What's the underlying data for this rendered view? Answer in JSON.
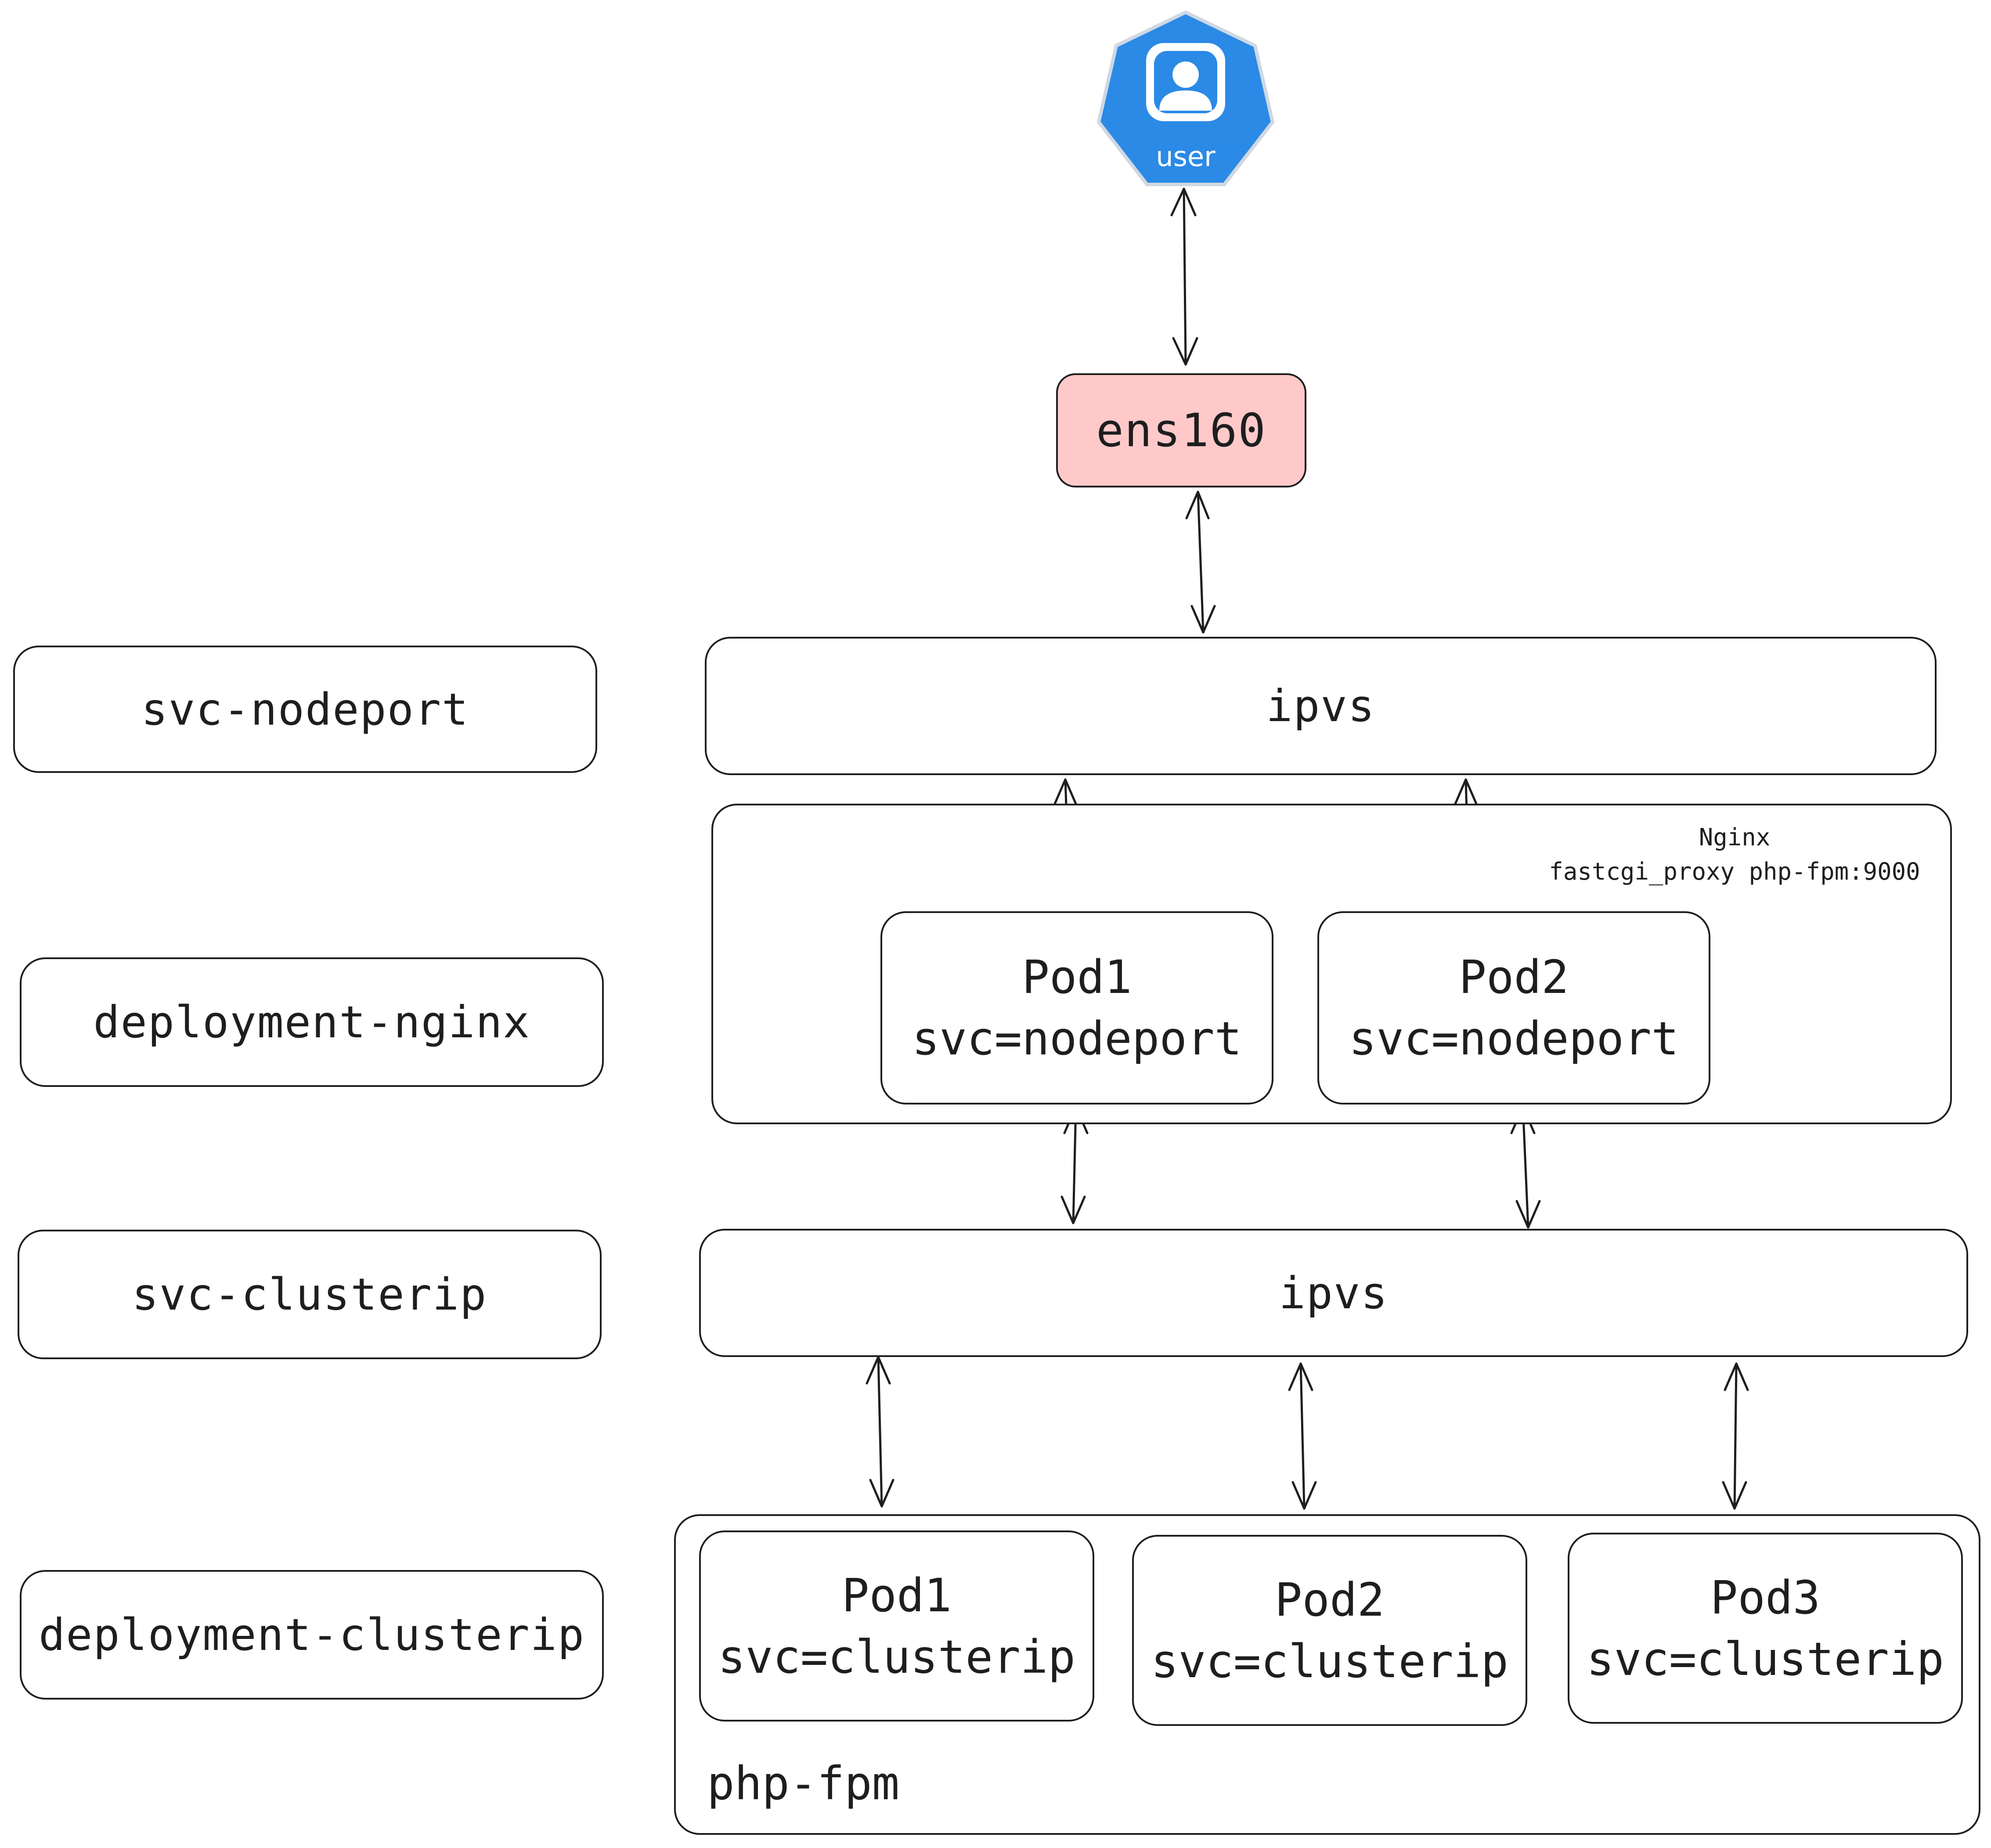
{
  "user": {
    "label": "user",
    "color": "#2b8ae6"
  },
  "nic": {
    "label": "ens160",
    "fill": "#ffc9c9"
  },
  "side_labels": {
    "svc_nodeport": "svc-nodeport",
    "deployment_nginx": "deployment-nginx",
    "svc_clusterip": "svc-clusterip",
    "deployment_clusterip": "deployment-clusterip"
  },
  "ipvs_top": {
    "label": "ipvs"
  },
  "ipvs_bottom": {
    "label": "ipvs"
  },
  "nginx_group": {
    "note_line1": "Nginx",
    "note_line2": "fastcgi_proxy php-fpm:9000",
    "pods": [
      {
        "name": "Pod1",
        "svc": "svc=nodeport"
      },
      {
        "name": "Pod2",
        "svc": "svc=nodeport"
      }
    ]
  },
  "phpfpm_group": {
    "label": "php-fpm",
    "pods": [
      {
        "name": "Pod1",
        "svc": "svc=clusterip"
      },
      {
        "name": "Pod2",
        "svc": "svc=clusterip"
      },
      {
        "name": "Pod3",
        "svc": "svc=clusterip"
      }
    ]
  }
}
